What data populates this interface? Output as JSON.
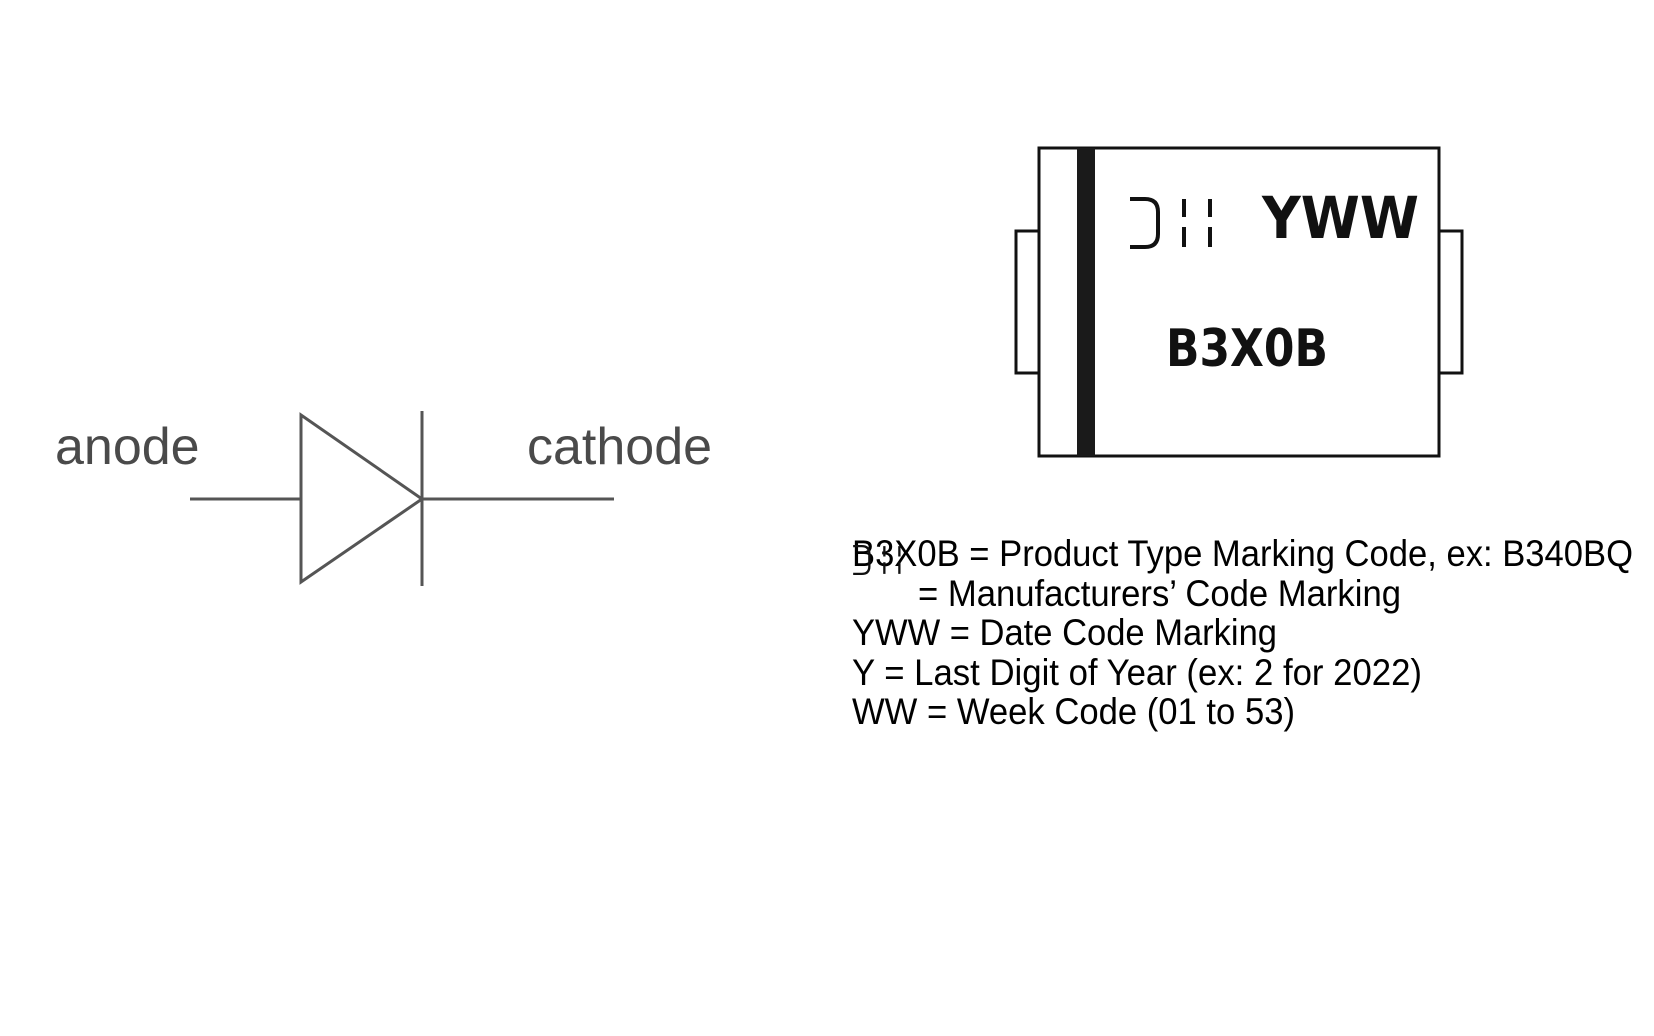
{
  "symbol": {
    "anode_label": "anode",
    "cathode_label": "cathode"
  },
  "package": {
    "date_code": "YWW",
    "product_code": "B3X0B",
    "manufacturer_logo": "DII"
  },
  "legend": [
    {
      "text": "B3X0B = Product Type Marking Code, ex: B340BQ"
    },
    {
      "text": "= Manufacturers’ Code Marking",
      "logo": "DII"
    },
    {
      "text": "YWW = Date Code Marking"
    },
    {
      "text": "Y = Last Digit of Year (ex: 2 for 2022)"
    },
    {
      "text": "WW = Week Code (01 to 53)"
    }
  ]
}
